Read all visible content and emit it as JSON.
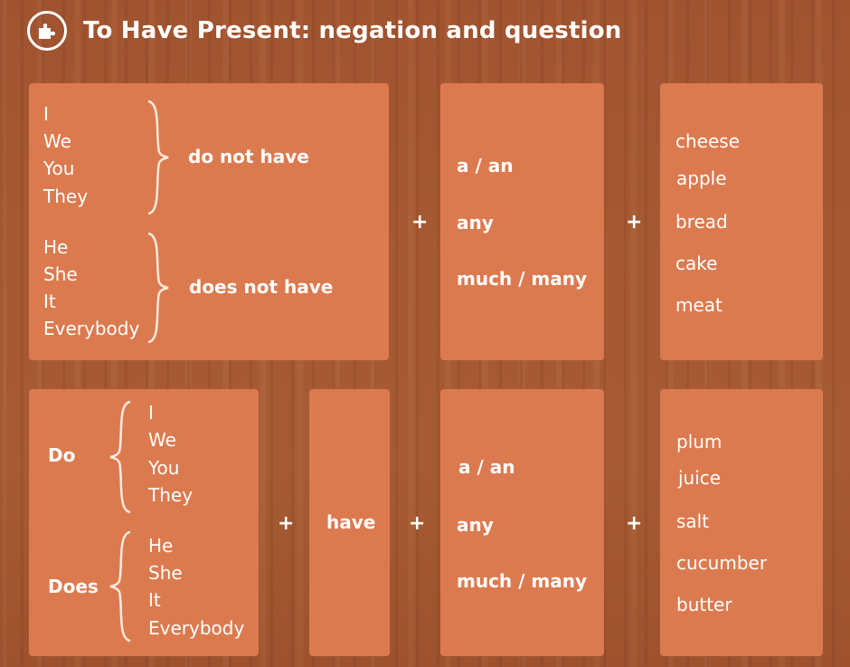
{
  "title": "To Have Present: negation and question",
  "negation": {
    "pronouns_plural": [
      "I",
      "We",
      "You",
      "They"
    ],
    "verb_plural": "do not have",
    "pronouns_singular": [
      "He",
      "She",
      "It",
      "Everybody"
    ],
    "verb_singular": "does not have",
    "plus1": "+",
    "quantifiers": [
      "a / an",
      "any",
      "much / many"
    ],
    "plus2": "+",
    "nouns": [
      "cheese",
      "apple",
      "bread",
      "cake",
      "meat"
    ]
  },
  "question": {
    "aux_plural": "Do",
    "pronouns_plural": [
      "I",
      "We",
      "You",
      "They"
    ],
    "aux_singular": "Does",
    "pronouns_singular": [
      "He",
      "She",
      "It",
      "Everybody"
    ],
    "plus1": "+",
    "verb": "have",
    "plus2": "+",
    "quantifiers": [
      "a / an",
      "any",
      "much / many"
    ],
    "plus3": "+",
    "nouns": [
      "plum",
      "juice",
      "salt",
      "cucumber",
      "butter"
    ]
  }
}
